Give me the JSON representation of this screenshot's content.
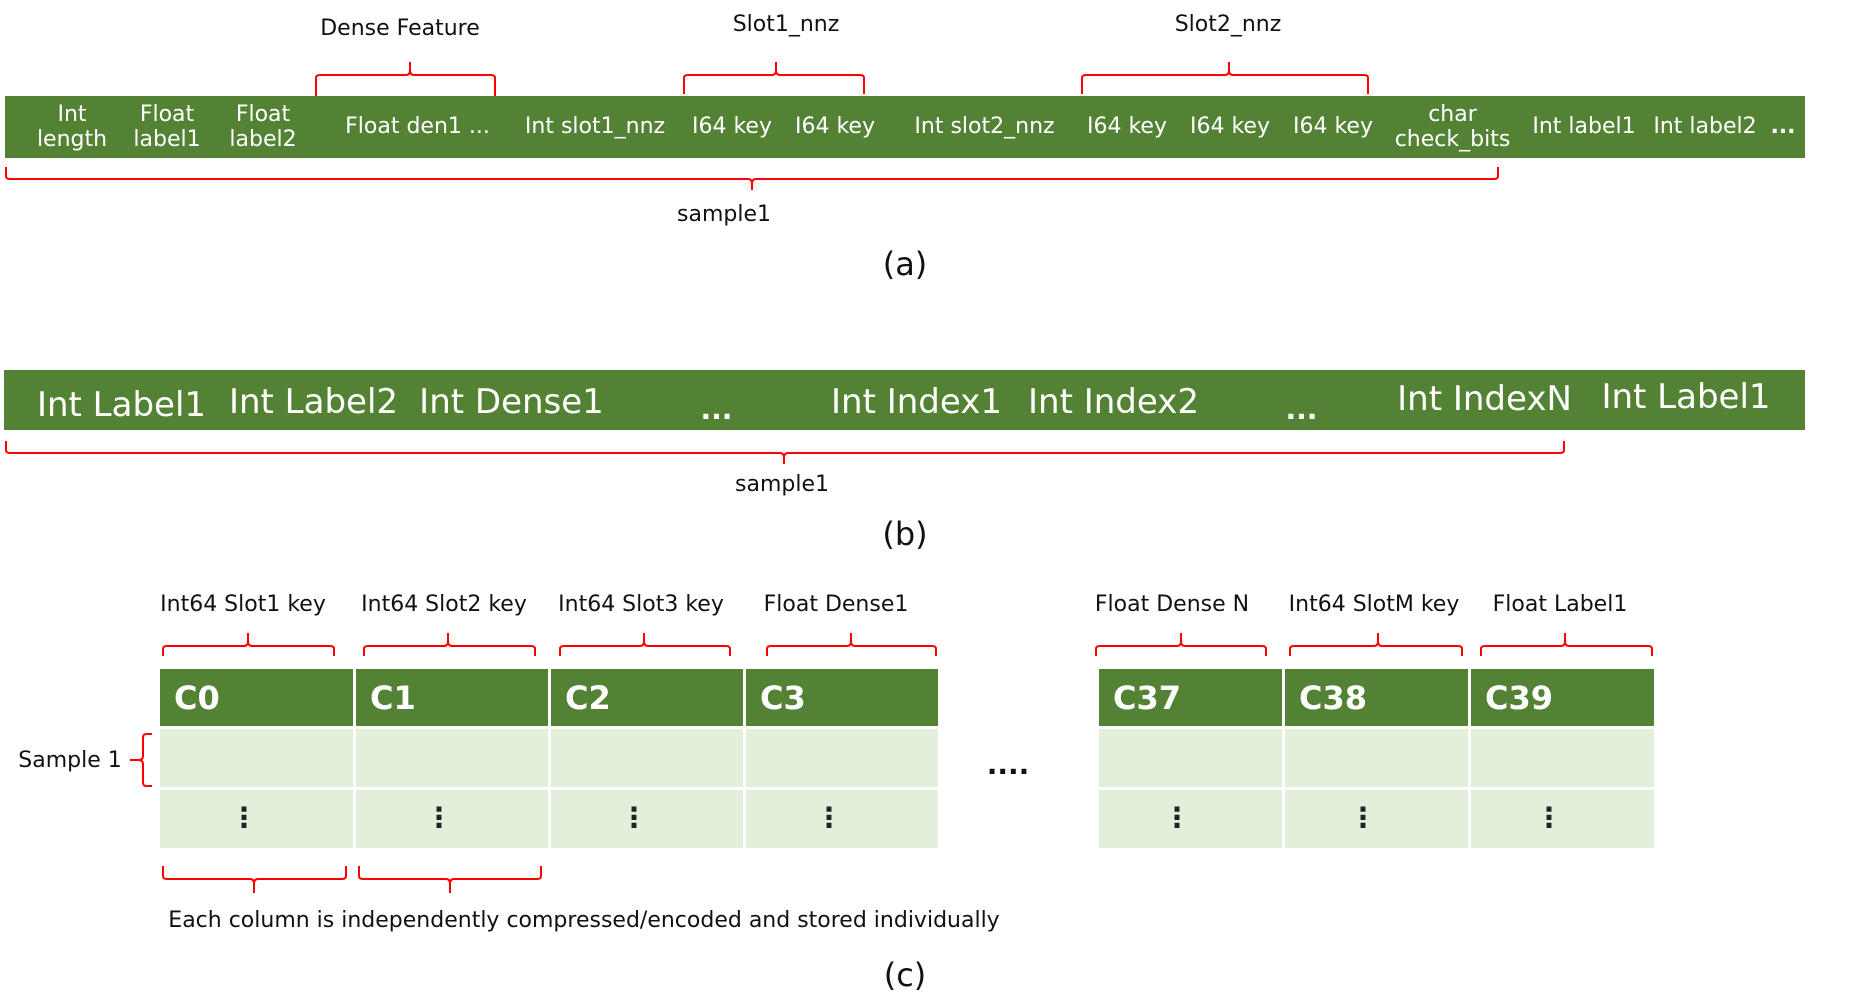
{
  "panel_a": {
    "cells": [
      "Int\nlength",
      "Float\nlabel1",
      "Float\nlabel2",
      "Float den1 ...",
      "Int slot1_nnz",
      "I64 key",
      "I64 key",
      "Int slot2_nnz",
      "I64 key",
      "I64 key",
      "I64 key",
      "char\ncheck_bits",
      "Int label1",
      "Int label2",
      "..."
    ],
    "top_labels": [
      "Dense Feature",
      "Slot1_nnz",
      "Slot2_nnz"
    ],
    "bottom_label": "sample1",
    "caption": "(a)"
  },
  "panel_b": {
    "cells": [
      "Int Label1",
      "Int Label2",
      "Int Dense1",
      "...",
      "Int Index1",
      "Int Index2",
      "...",
      "Int IndexN",
      "Int Label1"
    ],
    "bottom_label": "sample1",
    "caption": "(b)"
  },
  "panel_c": {
    "top_labels": [
      "Int64 Slot1 key",
      "Int64 Slot2 key",
      "Int64 Slot3 key",
      "Float Dense1",
      "Float Dense N",
      "Int64 SlotM key",
      "Float Label1"
    ],
    "headers": [
      "C0",
      "C1",
      "C2",
      "C3",
      "C37",
      "C38",
      "C39"
    ],
    "gap_dots": "....",
    "row_ellipsis": "⋮",
    "sample_label": "Sample 1",
    "note": "Each column is independently compressed/encoded and stored individually",
    "caption": "(c)"
  },
  "colors": {
    "bar_green": "#548235",
    "light_green": "#e2efda",
    "bracket_red": "#ff0000"
  }
}
